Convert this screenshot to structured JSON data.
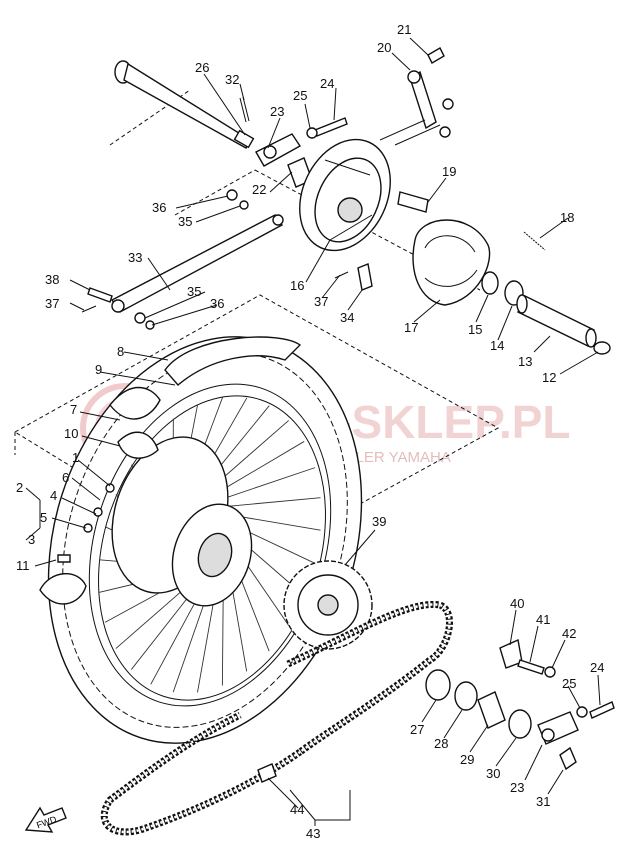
{
  "watermark": {
    "title": "YAMA-SKLEP.PL",
    "subtitle": "OFICJALNY I DEALER YAMAHA"
  },
  "fwd_label": "FWD",
  "callouts": {
    "p1": "1",
    "p2": "2",
    "p3": "3",
    "p4": "4",
    "p5": "5",
    "p6": "6",
    "p7": "7",
    "p8": "8",
    "p9": "9",
    "p10": "10",
    "p11": "11",
    "p12": "12",
    "p13": "13",
    "p14": "14",
    "p15": "15",
    "p16": "16",
    "p17": "17",
    "p18": "18",
    "p19": "19",
    "p20": "20",
    "p21": "21",
    "p22": "22",
    "p23a": "23",
    "p23b": "23",
    "p24a": "24",
    "p24b": "24",
    "p25a": "25",
    "p25b": "25",
    "p26": "26",
    "p27": "27",
    "p28": "28",
    "p29": "29",
    "p30": "30",
    "p31": "31",
    "p32": "32",
    "p33": "33",
    "p34": "34",
    "p35a": "35",
    "p35b": "35",
    "p36a": "36",
    "p36b": "36",
    "p37a": "37",
    "p37b": "37",
    "p38": "38",
    "p39": "39",
    "p40": "40",
    "p41": "41",
    "p42": "42",
    "p43": "43",
    "p44": "44"
  }
}
